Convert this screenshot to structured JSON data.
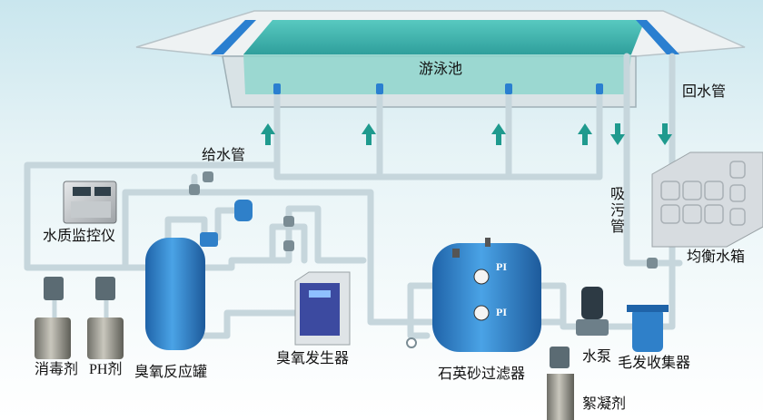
{
  "labels": {
    "pool": "游泳池",
    "return_pipe": "回水管",
    "supply_pipe": "给水管",
    "suction_pipe": "吸污管",
    "water_monitor": "水质监控仪",
    "balance_tank": "均衡水箱",
    "disinfectant": "消毒剂",
    "ph_agent": "PH剂",
    "ozone_tank": "臭氧反应罐",
    "ozone_generator": "臭氧发生器",
    "sand_filter": "石英砂过滤器",
    "pump": "水泵",
    "hair_collector": "毛发收集器",
    "flocculant": "絮凝剂",
    "gauge_top": "PI",
    "gauge_bottom": "PI"
  },
  "colors": {
    "pipe": "#c6d6dc",
    "pipe_edge": "#8fa4ad",
    "water": "#3fb5b2",
    "arrow": "#1f9a8e",
    "tank_blue": "#2f80c9",
    "pool_rim": "#e8edef"
  }
}
